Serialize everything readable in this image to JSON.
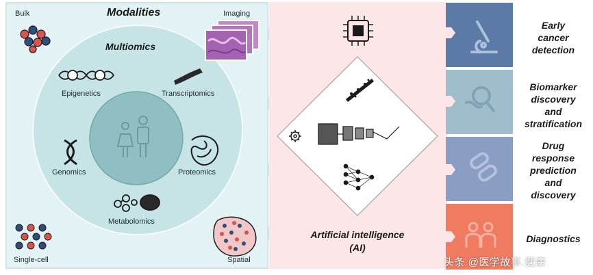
{
  "modalities": {
    "title": "Modalities",
    "bulk": "Bulk",
    "imaging": "Imaging",
    "single_cell": "Single-cell",
    "spatial": "Spatial"
  },
  "multiomics": {
    "title": "Multiomics",
    "epigenetics": "Epigenetics",
    "transcriptomics": "Transcriptomics",
    "genomics": "Genomics",
    "proteomics": "Proteomics",
    "metabolomics": "Metabolomics"
  },
  "ai": {
    "title_line1": "Artificial intelligence",
    "title_line2": "(AI)"
  },
  "outcomes": [
    {
      "lines": [
        "Early",
        "cancer",
        "detection"
      ],
      "color": "#5b7aa5"
    },
    {
      "lines": [
        "Biomarker",
        "discovery",
        "and",
        "stratification"
      ],
      "color": "#9fbdca"
    },
    {
      "lines": [
        "Drug",
        "response",
        "prediction",
        "and",
        "discovery"
      ],
      "color": "#8a9dc3"
    },
    {
      "lines": [
        "Diagnostics"
      ],
      "color": "#ef7b61"
    }
  ],
  "watermark": "头条 @医学故事.健康",
  "colors": {
    "left_bg": "#e3f3f5",
    "outer_circle": "#c6e4e5",
    "inner_circle": "#8fbfc2",
    "ai_bg": "#fce6e7"
  }
}
